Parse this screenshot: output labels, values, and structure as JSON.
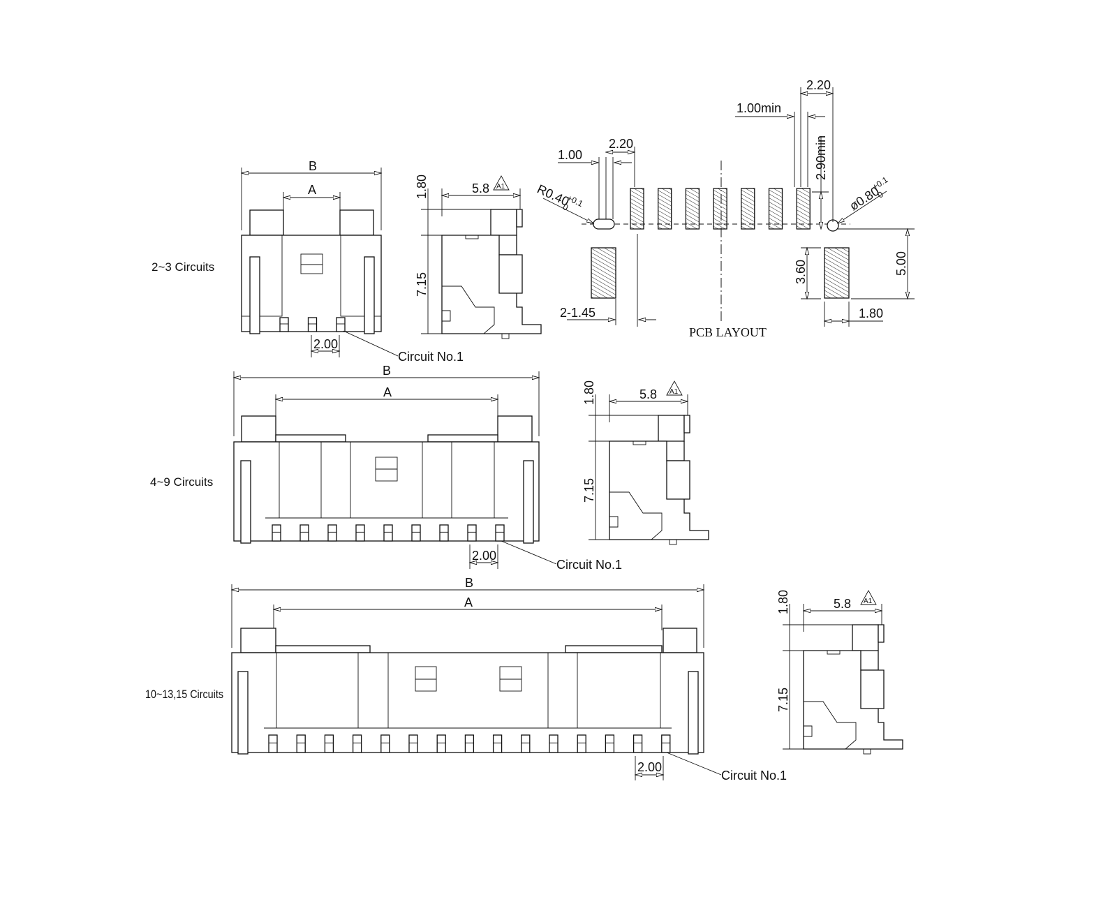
{
  "views": {
    "small": {
      "label": "2~3 Circuits",
      "dim_b": "B",
      "dim_a": "A",
      "pitch": "2.00",
      "circuit": "Circuit No.1"
    },
    "medium": {
      "label": "4~9 Circuits",
      "dim_b": "B",
      "dim_a": "A",
      "pitch": "2.00",
      "circuit": "Circuit No.1"
    },
    "large": {
      "label": "10~13,15 Circuits",
      "dim_b": "B",
      "dim_a": "A",
      "pitch": "2.00",
      "circuit": "Circuit No.1"
    }
  },
  "side_views": [
    {
      "height_top": "1.80",
      "depth": "5.8",
      "height": "7.15",
      "revision": "A1"
    },
    {
      "height_top": "1.80",
      "depth": "5.8",
      "height": "7.15",
      "revision": "A1"
    },
    {
      "height_top": "1.80",
      "depth": "5.8",
      "height": "7.15",
      "revision": "A1"
    }
  ],
  "pcb_layout": {
    "title": "PCB LAYOUT",
    "pitch_left": "2.20",
    "slot_width": "1.00",
    "slot_radius": "R0.40",
    "slot_tol": "+0.1",
    "slot_tol_low": "0",
    "hole_dia": "ø0.80",
    "hole_tol": "+0.1",
    "hole_tol_low": "0",
    "pitch_right": "2.20",
    "pad_width_min": "1.00min",
    "pad_length_min": "2.90min",
    "mount_pad_width": "2-1.45",
    "mount_pad_length": "3.60",
    "mount_pad_width_right": "1.80",
    "row_offset": "5.00"
  },
  "counts": {
    "small_pins": 3,
    "medium_pins": 9,
    "large_pins": 15,
    "pcb_signal_pads": 7
  }
}
